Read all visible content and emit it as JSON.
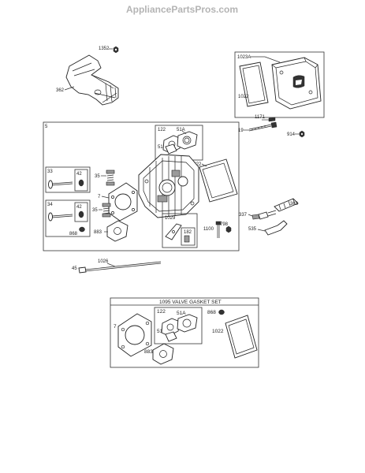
{
  "watermark": "AppliancePartsPros.com",
  "kit_title": "1095 VALVE GASKET SET",
  "labels": {
    "p1352": "1352",
    "p362": "362",
    "p1023a": "1023A",
    "p1022_top": "1022",
    "p1171": "1171",
    "p19": "19",
    "p914": "914",
    "p5": "5",
    "p122": "122",
    "p51a": "51A",
    "p51": "51",
    "p1022_mid": "1022",
    "p33": "33",
    "p42_a": "42",
    "p35_a": "35",
    "p7": "7",
    "p34": "34",
    "p42_b": "42",
    "p35_b": "35",
    "p868": "868",
    "p883": "883",
    "p1029": "1029",
    "p182": "182",
    "p1100": "1100",
    "p798": "798",
    "p337": "337",
    "p363": "363",
    "p535": "535",
    "p1026": "1026",
    "p45": "45",
    "k7": "7",
    "k122": "122",
    "k51a": "51A",
    "k51": "51",
    "k868": "868",
    "k1022": "1022",
    "k883": "883"
  },
  "colors": {
    "line": "#333333",
    "watermark": "#b4b4b4",
    "background": "#ffffff"
  }
}
